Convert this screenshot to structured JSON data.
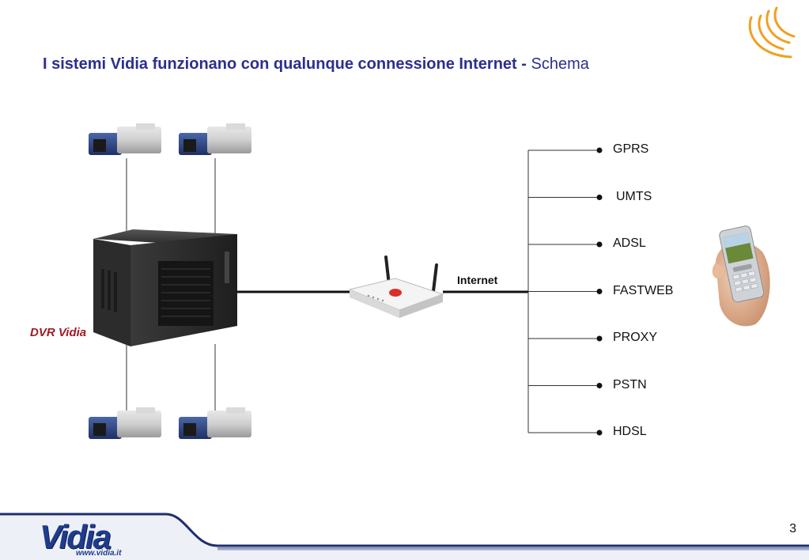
{
  "slide": {
    "title_bold": "I sistemi Vidia funzionano con qualunque connessione Internet -",
    "title_light": "Schema",
    "page_number": "3"
  },
  "diagram": {
    "dvr_label": "DVR Vidia",
    "internet_label": "Internet",
    "connections": [
      {
        "label": "GPRS"
      },
      {
        "label": "UMTS"
      },
      {
        "label": "ADSL"
      },
      {
        "label": "FASTWEB"
      },
      {
        "label": "PROXY"
      },
      {
        "label": "PSTN"
      },
      {
        "label": "HDSL"
      }
    ]
  },
  "footer": {
    "logo_text": "Vidia",
    "logo_url": "www.vidia.it"
  },
  "colors": {
    "title_blue": "#2b2f8f",
    "dvr_red": "#a01a24",
    "footer_navy": "#1f2f6e",
    "logo_orange": "#f0a020"
  },
  "icons": [
    "camera-icon",
    "dvr-box-icon",
    "router-icon",
    "smartphone-icon",
    "signal-waves-icon"
  ]
}
